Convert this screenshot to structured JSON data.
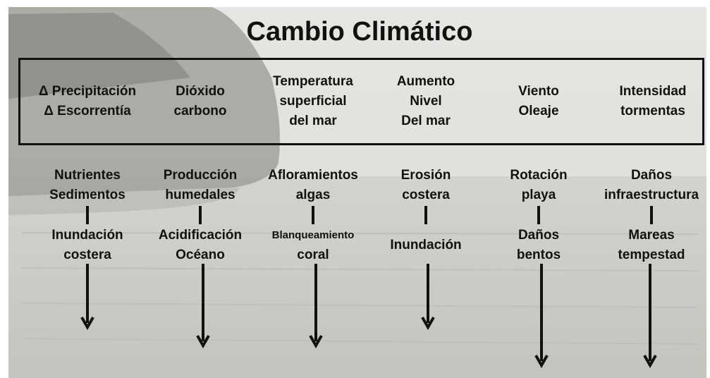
{
  "title": "Cambio Climático",
  "drivers": [
    {
      "lines": [
        "Δ Precipitación",
        "Δ Escorrentía"
      ]
    },
    {
      "lines": [
        "Dióxido",
        "carbono"
      ]
    },
    {
      "lines": [
        "Temperatura",
        "superficial",
        "del mar"
      ]
    },
    {
      "lines": [
        "Aumento",
        "Nivel",
        "Del mar"
      ]
    },
    {
      "lines": [
        "Viento",
        "Oleaje"
      ]
    },
    {
      "lines": [
        "Intensidad",
        "tormentas"
      ]
    }
  ],
  "first_effects": [
    {
      "lines": [
        "Nutrientes",
        "Sedimentos"
      ]
    },
    {
      "lines": [
        "Producción",
        "humedales"
      ]
    },
    {
      "lines": [
        "Afloramientos",
        "algas"
      ]
    },
    {
      "lines": [
        "Erosión",
        "costera"
      ]
    },
    {
      "lines": [
        "Rotación",
        "playa"
      ]
    },
    {
      "lines": [
        "Daños",
        "infraestructura"
      ]
    }
  ],
  "second_effects": [
    {
      "lines": [
        "Inundación",
        "costera"
      ]
    },
    {
      "lines": [
        "Acidificación",
        "Océano"
      ]
    },
    {
      "lines": [
        "Blanqueamiento",
        "coral"
      ]
    },
    {
      "lines": [
        "Inundación"
      ]
    },
    {
      "lines": [
        "Daños",
        "bentos"
      ]
    },
    {
      "lines": [
        "Mareas",
        "tempestad"
      ]
    }
  ],
  "colors": {
    "text": "#111111",
    "sky": "#e2e2df",
    "water": "#cfcfcb",
    "forest": "#8e8e88"
  }
}
